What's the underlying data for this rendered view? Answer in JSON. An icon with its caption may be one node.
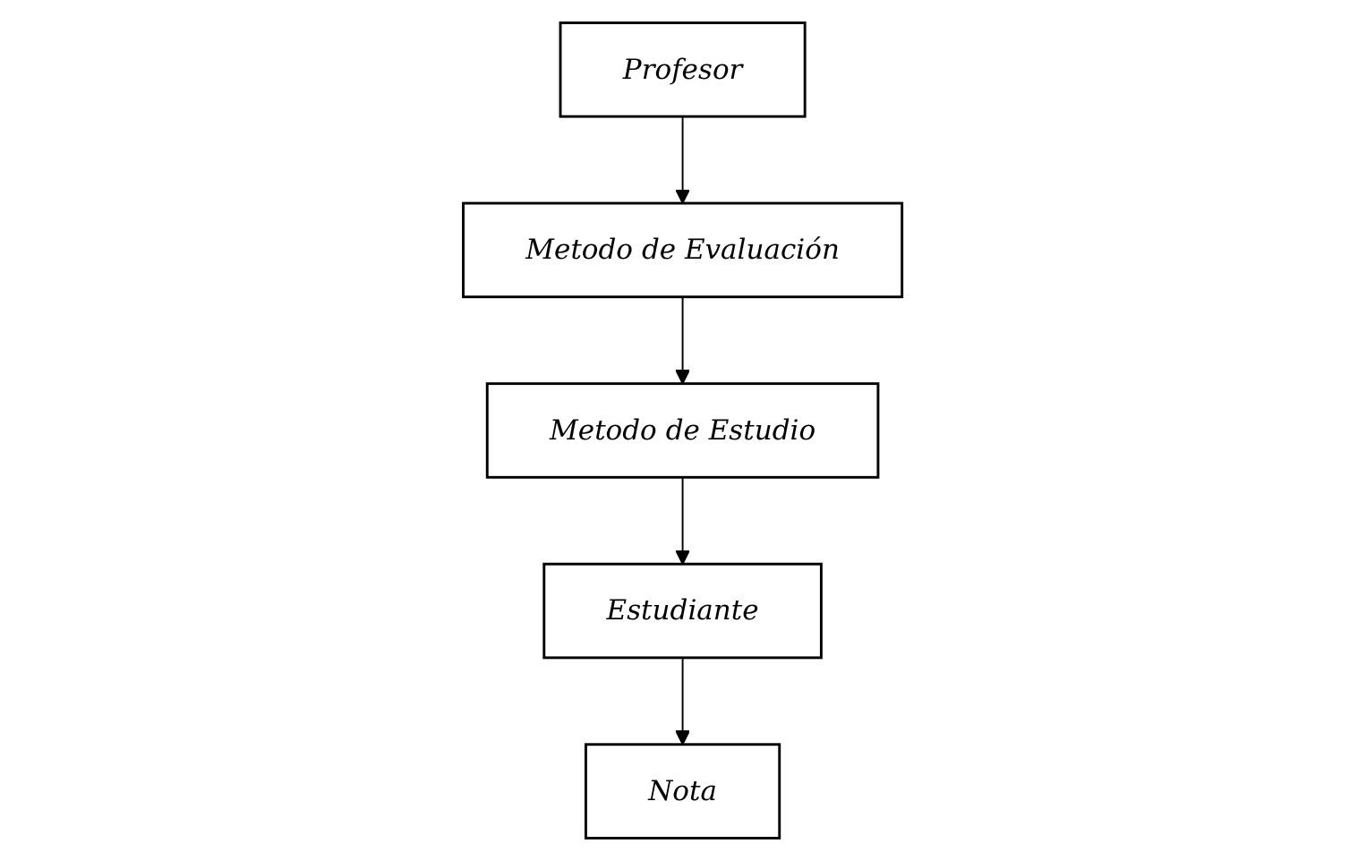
{
  "diagram": {
    "nodes": [
      {
        "text": [
          "Profesor"
        ]
      },
      {
        "text": [
          "Metodo de Evaluación"
        ]
      },
      {
        "text": [
          "Metodo de Estudio"
        ]
      },
      {
        "text": [
          "Estudiante"
        ]
      },
      {
        "text": [
          "Nota"
        ]
      }
    ],
    "edges": [
      {
        "from": 0,
        "to": 1,
        "arrow": "to"
      },
      {
        "from": 1,
        "to": 2,
        "arrow": "to"
      },
      {
        "from": 2,
        "to": 3,
        "arrow": "to"
      },
      {
        "from": 3,
        "to": 4,
        "arrow": "to"
      }
    ]
  }
}
